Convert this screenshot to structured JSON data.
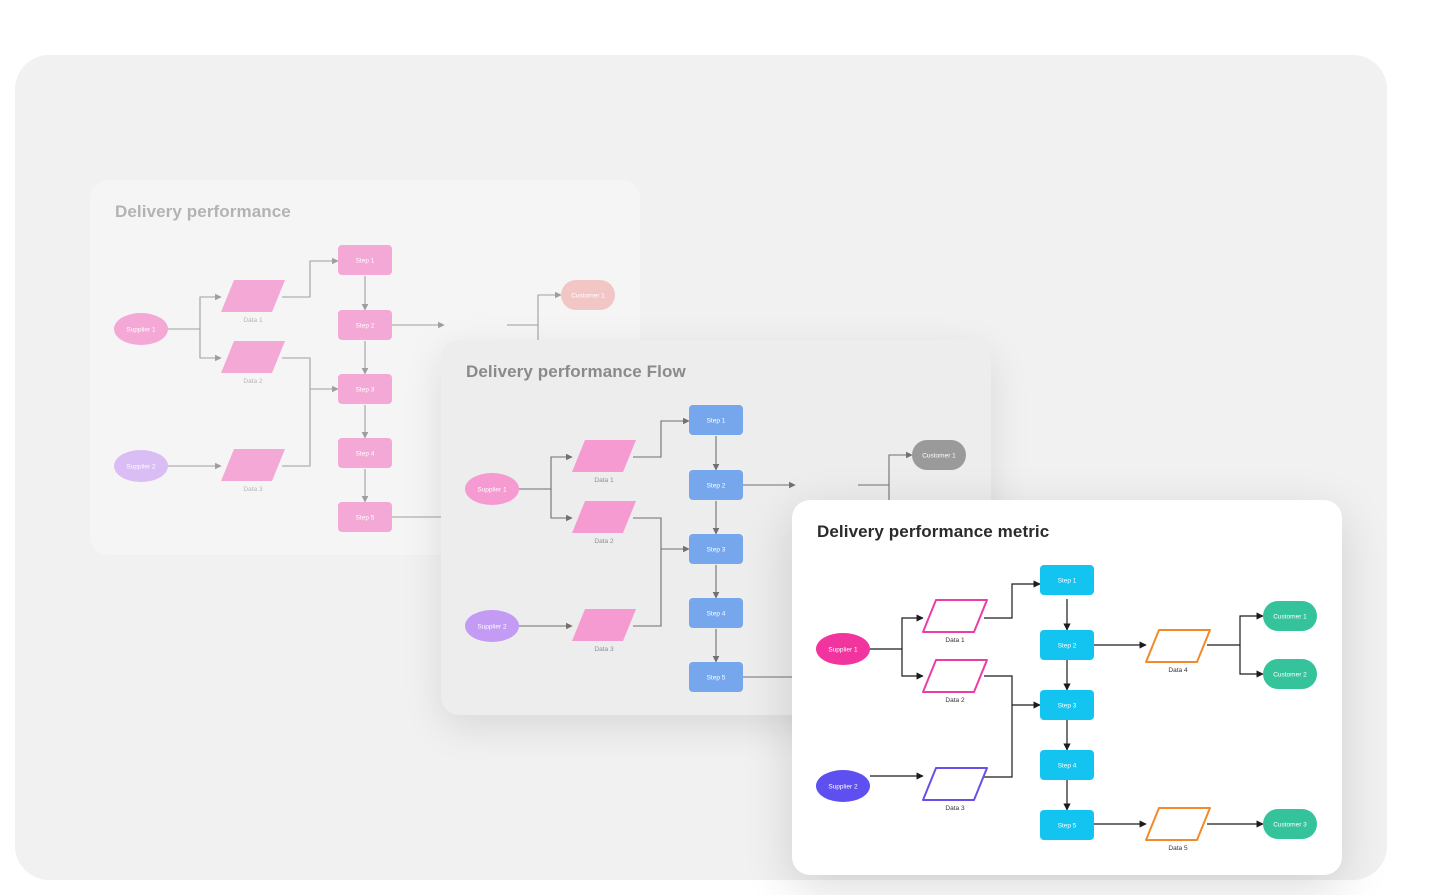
{
  "cards": [
    {
      "id": "back",
      "title": "Delivery performance",
      "colors": {
        "supplier1": "#f4a8d6",
        "supplier2": "#d9bdf4",
        "data": "#f4a8d6",
        "data4": "#a9dbe8",
        "step": "#f4a8d6",
        "customer": "#f3c6c6",
        "line": "#9e9e9e",
        "label": "#ffffff",
        "sublabel": "#b5b5b5",
        "dataFill": true
      },
      "nodes": {
        "supplier1": "Supplier 1",
        "supplier2": "Supplier 2",
        "data1": "Data 1",
        "data2": "Data 2",
        "data3": "Data 3",
        "step1": "Step 1",
        "step2": "Step 2",
        "step3": "Step 3",
        "step4": "Step 4",
        "step5": "Step 5",
        "customer1": "Customer 1"
      }
    },
    {
      "id": "middle",
      "title": "Delivery performance Flow",
      "colors": {
        "supplier1": "#f59bd1",
        "supplier2": "#c39af4",
        "data": "#f59bd1",
        "data4": "#eea56d",
        "step": "#76a6ec",
        "customer": "#9a9a9a",
        "line": "#707070",
        "label": "#ffffff",
        "sublabel": "#8f8f8f",
        "dataFill": true
      },
      "nodes": {
        "supplier1": "Supplier 1",
        "supplier2": "Supplier 2",
        "data1": "Data 1",
        "data2": "Data 2",
        "data3": "Data 3",
        "step1": "Step 1",
        "step2": "Step 2",
        "step3": "Step 3",
        "step4": "Step 4",
        "step5": "Step 5",
        "customer1": "Customer 1"
      }
    },
    {
      "id": "front",
      "title": "Delivery performance metric",
      "colors": {
        "supplier1": "#f2349f",
        "supplier2": "#5e4ff0",
        "data": "#ec3da6",
        "data3": "#6850e8",
        "data4": "#f28a2a",
        "step": "#13c3f0",
        "customer": "#35c39c",
        "line": "#1c1c1c",
        "label": "#ffffff",
        "sublabel": "#333333",
        "dataFill": false
      },
      "nodes": {
        "supplier1": "Supplier 1",
        "supplier2": "Supplier 2",
        "data1": "Data 1",
        "data2": "Data 2",
        "data3": "Data 3",
        "data4": "Data 4",
        "data5": "Data 5",
        "step1": "Step 1",
        "step2": "Step 2",
        "step3": "Step 3",
        "step4": "Step 4",
        "step5": "Step 5",
        "customer1": "Customer 1",
        "customer2": "Customer 2",
        "customer3": "Customer 3"
      }
    }
  ]
}
